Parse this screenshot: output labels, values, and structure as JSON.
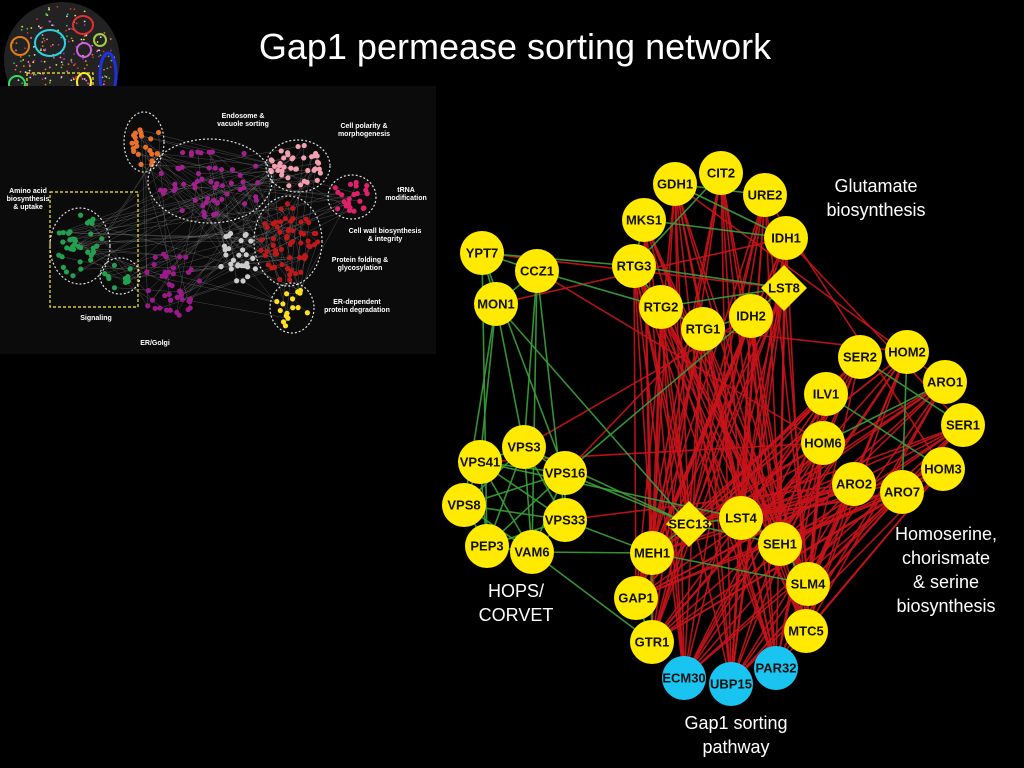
{
  "title": "Gap1 permease sorting network",
  "colors": {
    "background": "#000000",
    "node_default": "#ffea00",
    "node_sorting": "#19c5f0",
    "edge_red": "#c8141b",
    "edge_green": "#3aa13a"
  },
  "overview": {
    "labels": {
      "endosome": "Endosome &\nvacuole sorting",
      "polarity": "Cell polarity &\nmorphogenesis",
      "trna": "tRNA\nmodification",
      "amino": "Amino acid\nbiosynthesis\n& uptake",
      "cellwall": "Cell wall biosynthesis\n& integrity",
      "folding": "Protein folding &\nglycosylation",
      "erdeg": "ER-dependent\nprotein degradation",
      "signaling": "Signaling",
      "ergolgi": "ER/Golgi"
    }
  },
  "network": {
    "group_labels": {
      "glutamate": "Glutamate\nbiosynthesis",
      "homoserine": "Homoserine,\nchorismate\n& serine\nbiosynthesis",
      "hops": "HOPS/\nCORVET",
      "gap1": "Gap1 sorting\npathway"
    },
    "nodes": [
      {
        "id": "CIT2",
        "shape": "circle",
        "type": "default"
      },
      {
        "id": "GDH1",
        "shape": "circle",
        "type": "default"
      },
      {
        "id": "URE2",
        "shape": "circle",
        "type": "default"
      },
      {
        "id": "MKS1",
        "shape": "circle",
        "type": "default"
      },
      {
        "id": "IDH1",
        "shape": "circle",
        "type": "default"
      },
      {
        "id": "RTG3",
        "shape": "circle",
        "type": "default"
      },
      {
        "id": "LST8",
        "shape": "diamond",
        "type": "default"
      },
      {
        "id": "RTG2",
        "shape": "circle",
        "type": "default"
      },
      {
        "id": "IDH2",
        "shape": "circle",
        "type": "default"
      },
      {
        "id": "RTG1",
        "shape": "circle",
        "type": "default"
      },
      {
        "id": "YPT7",
        "shape": "circle",
        "type": "default"
      },
      {
        "id": "CCZ1",
        "shape": "circle",
        "type": "default"
      },
      {
        "id": "MON1",
        "shape": "circle",
        "type": "default"
      },
      {
        "id": "SER2",
        "shape": "circle",
        "type": "default"
      },
      {
        "id": "HOM2",
        "shape": "circle",
        "type": "default"
      },
      {
        "id": "ARO1",
        "shape": "circle",
        "type": "default"
      },
      {
        "id": "ILV1",
        "shape": "circle",
        "type": "default"
      },
      {
        "id": "SER1",
        "shape": "circle",
        "type": "default"
      },
      {
        "id": "HOM6",
        "shape": "circle",
        "type": "default"
      },
      {
        "id": "HOM3",
        "shape": "circle",
        "type": "default"
      },
      {
        "id": "ARO2",
        "shape": "circle",
        "type": "default"
      },
      {
        "id": "ARO7",
        "shape": "circle",
        "type": "default"
      },
      {
        "id": "VPS3",
        "shape": "circle",
        "type": "default"
      },
      {
        "id": "VPS41",
        "shape": "circle",
        "type": "default"
      },
      {
        "id": "VPS16",
        "shape": "circle",
        "type": "default"
      },
      {
        "id": "VPS8",
        "shape": "circle",
        "type": "default"
      },
      {
        "id": "VPS33",
        "shape": "circle",
        "type": "default"
      },
      {
        "id": "PEP3",
        "shape": "circle",
        "type": "default"
      },
      {
        "id": "VAM6",
        "shape": "circle",
        "type": "default"
      },
      {
        "id": "SEC13",
        "shape": "diamond",
        "type": "default"
      },
      {
        "id": "LST4",
        "shape": "circle",
        "type": "default"
      },
      {
        "id": "MEH1",
        "shape": "circle",
        "type": "default"
      },
      {
        "id": "SEH1",
        "shape": "circle",
        "type": "default"
      },
      {
        "id": "SLM4",
        "shape": "circle",
        "type": "default"
      },
      {
        "id": "GAP1",
        "shape": "circle",
        "type": "default"
      },
      {
        "id": "MTC5",
        "shape": "circle",
        "type": "default"
      },
      {
        "id": "GTR1",
        "shape": "circle",
        "type": "default"
      },
      {
        "id": "ECM30",
        "shape": "circle",
        "type": "sorting"
      },
      {
        "id": "UBP15",
        "shape": "circle",
        "type": "sorting"
      },
      {
        "id": "PAR32",
        "shape": "circle",
        "type": "sorting"
      }
    ]
  }
}
